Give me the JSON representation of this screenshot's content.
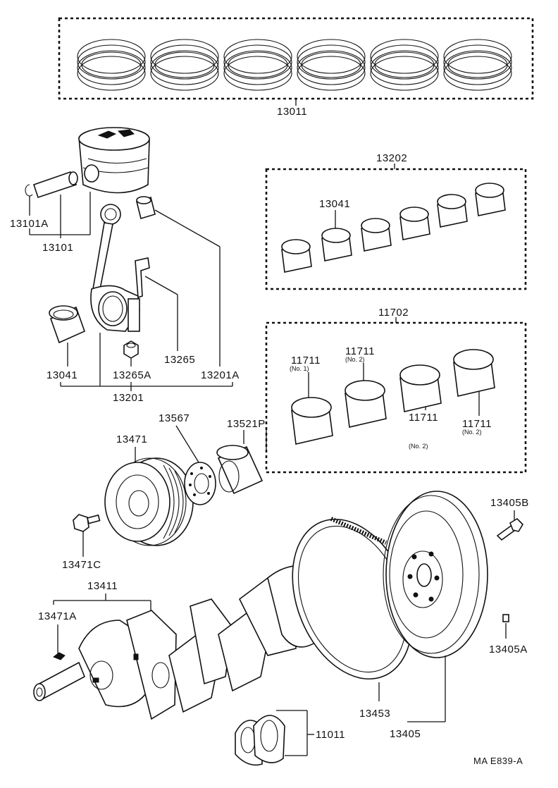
{
  "labels": {
    "l13011": "13011",
    "l13202": "13202",
    "l13041_top": "13041",
    "l13101A": "13101A",
    "l13101": "13101",
    "l13265": "13265",
    "l13041_left": "13041",
    "l13265A": "13265A",
    "l13201A": "13201A",
    "l13201": "13201",
    "l11702": "11702",
    "l11711_1": "11711",
    "l11711_2": "11711",
    "l11711_3": "11711",
    "l11711_4": "11711",
    "l13567": "13567",
    "l13521P": "13521P",
    "l13471": "13471",
    "l13405B": "13405B",
    "l13471C": "13471C",
    "l13411": "13411",
    "l13471A": "13471A",
    "l13405A": "13405A",
    "l13453": "13453",
    "l13405": "13405",
    "l11011": "11011",
    "footer": "MA  E839-A"
  },
  "sublabels": {
    "s_no1": "(No. 1)",
    "s_no2_a": "(No. 2)",
    "s_no2_b": "(No. 2)",
    "s_no2_c": "(No. 2)"
  }
}
